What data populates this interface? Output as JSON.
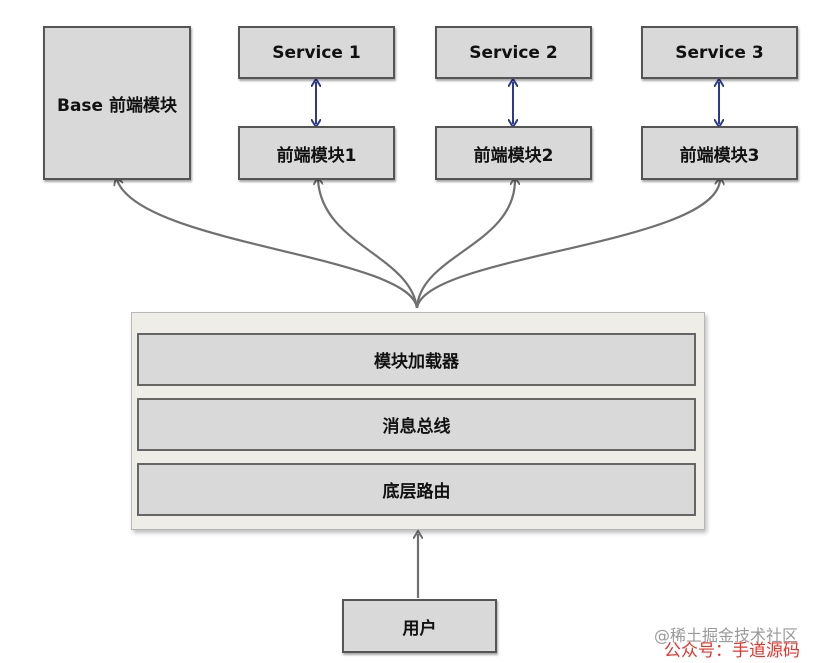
{
  "modules": {
    "base": "Base 前端模块",
    "service1": "Service 1",
    "service2": "Service 2",
    "service3": "Service 3",
    "frontend1": "前端模块1",
    "frontend2": "前端模块2",
    "frontend3": "前端模块3"
  },
  "core": {
    "loader": "模块加载器",
    "message_bus": "消息总线",
    "router": "底层路由"
  },
  "user": "用户",
  "watermark": {
    "juejin": "@稀土掘金技术社区",
    "account": "公众号：手道源码"
  },
  "colors": {
    "box_fill": "#d9d9d9",
    "panel_fill": "#efede7",
    "arrow_grey": "#707070",
    "arrow_blue": "#2b3a8f",
    "watermark_red": "#e8322a"
  }
}
